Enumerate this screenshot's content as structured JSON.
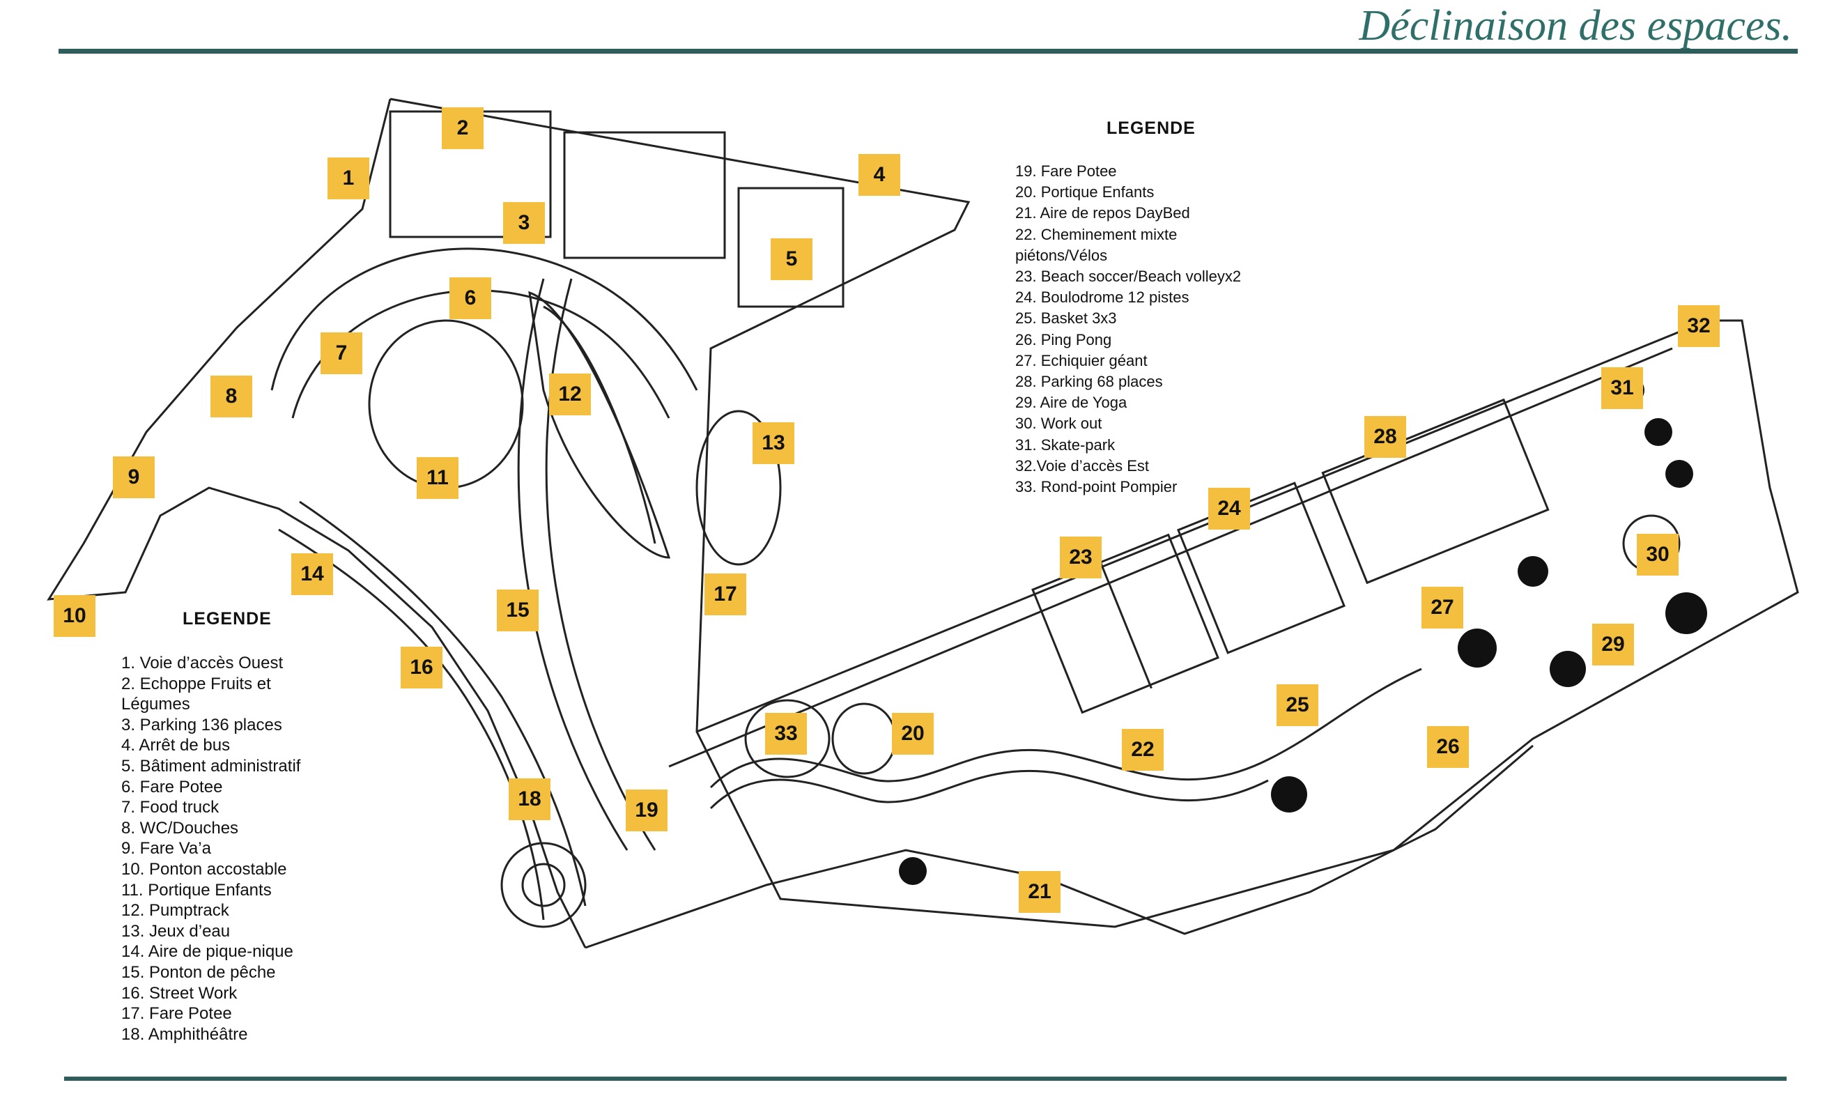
{
  "header": {
    "title": "Déclinaison des espaces."
  },
  "legend_left": {
    "title": "LEGENDE",
    "items": [
      "1.    Voie d’accès Ouest",
      "2.    Echoppe Fruits et",
      "        Légumes",
      "3.    Parking 136 places",
      "4.    Arrêt de bus",
      "5.    Bâtiment administratif",
      "6.    Fare Potee",
      "7.    Food truck",
      "8.    WC/Douches",
      "9.    Fare Va’a",
      "10.  Ponton accostable",
      "11.  Portique Enfants",
      "12.  Pumptrack",
      "13.  Jeux d’eau",
      "14.  Aire de pique-nique",
      "15.  Ponton de pêche",
      "16.  Street Work",
      "17.  Fare Potee",
      "18.  Amphithéâtre"
    ]
  },
  "legend_right": {
    "title": "LEGENDE",
    "items": [
      "19. Fare Potee",
      "20. Portique Enfants",
      "21. Aire de repos DayBed",
      "22. Cheminement mixte",
      "piétons/Vélos",
      "23. Beach soccer/Beach volleyx2",
      "24. Boulodrome 12 pistes",
      "25. Basket 3x3",
      "26. Ping Pong",
      "27. Echiquier géant",
      "28. Parking 68 places",
      "29. Aire de Yoga",
      "30. Work out",
      "31. Skate-park",
      "32.Voie d’accès Est",
      "33. Rond-point Pompier"
    ]
  },
  "markers": [
    {
      "label": "1"
    },
    {
      "label": "2"
    },
    {
      "label": "3"
    },
    {
      "label": "4"
    },
    {
      "label": "5"
    },
    {
      "label": "6"
    },
    {
      "label": "7"
    },
    {
      "label": "8"
    },
    {
      "label": "9"
    },
    {
      "label": "10"
    },
    {
      "label": "11"
    },
    {
      "label": "12"
    },
    {
      "label": "13"
    },
    {
      "label": "14"
    },
    {
      "label": "15"
    },
    {
      "label": "16"
    },
    {
      "label": "17"
    },
    {
      "label": "18"
    },
    {
      "label": "19"
    },
    {
      "label": "20"
    },
    {
      "label": "21"
    },
    {
      "label": "22"
    },
    {
      "label": "23"
    },
    {
      "label": "24"
    },
    {
      "label": "25"
    },
    {
      "label": "26"
    },
    {
      "label": "27"
    },
    {
      "label": "28"
    },
    {
      "label": "29"
    },
    {
      "label": "30"
    },
    {
      "label": "31"
    },
    {
      "label": "32"
    },
    {
      "label": "33"
    }
  ],
  "colors": {
    "marker": "#f4bf3f",
    "accent": "#2e6f6a",
    "rule": "#2e5e5c",
    "ink": "#111111"
  }
}
